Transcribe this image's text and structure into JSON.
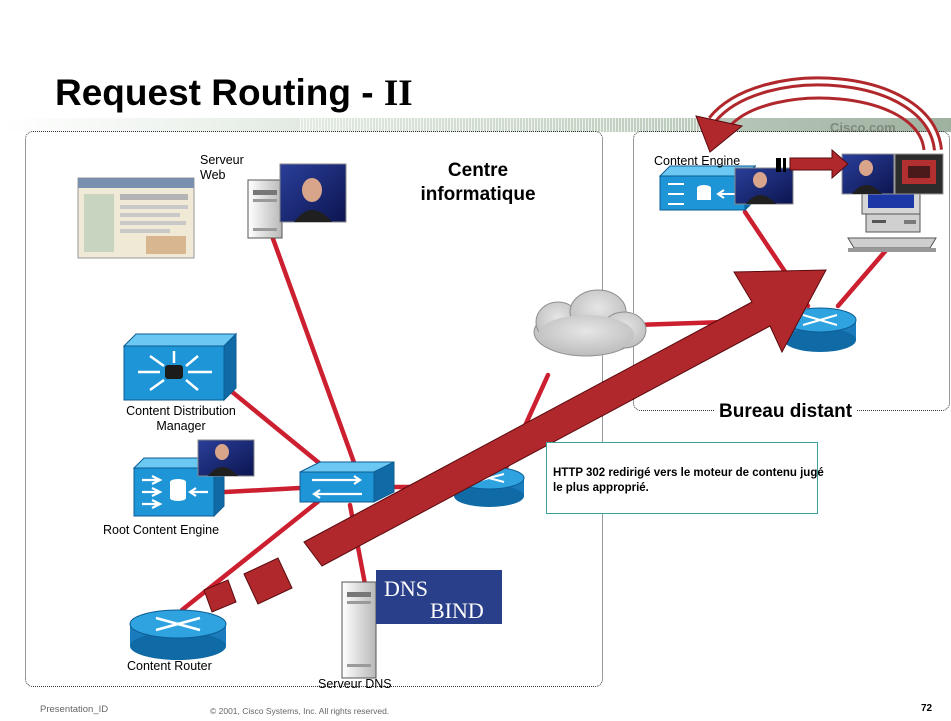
{
  "slide": {
    "title": "Request Routing - ",
    "title_roman": "II",
    "brand": "Cisco.com"
  },
  "regions": {
    "data_center": "Centre informatique",
    "remote_office": "Bureau distant"
  },
  "nodes": {
    "web_server": "Serveur Web",
    "content_distribution_manager": "Content Distribution Manager",
    "root_content_engine": "Root Content Engine",
    "content_router": "Content Router",
    "dns_server": "Serveur DNS",
    "content_engine": "Content Engine",
    "dns_logo_top": "DNS",
    "dns_logo_bottom": "BIND"
  },
  "note": {
    "text": "HTTP 302 redirigé vers le moteur de contenu jugé le plus approprié."
  },
  "footer": {
    "presentation_id": "Presentation_ID",
    "copyright": "© 2001, Cisco Systems, Inc. All rights reserved.",
    "page_number": "72"
  },
  "colors": {
    "link": "#cc2030",
    "arrow_fill": "#b0282c",
    "cisco_blue": "#1a8fd0",
    "note_border": "#3aa0a0"
  }
}
